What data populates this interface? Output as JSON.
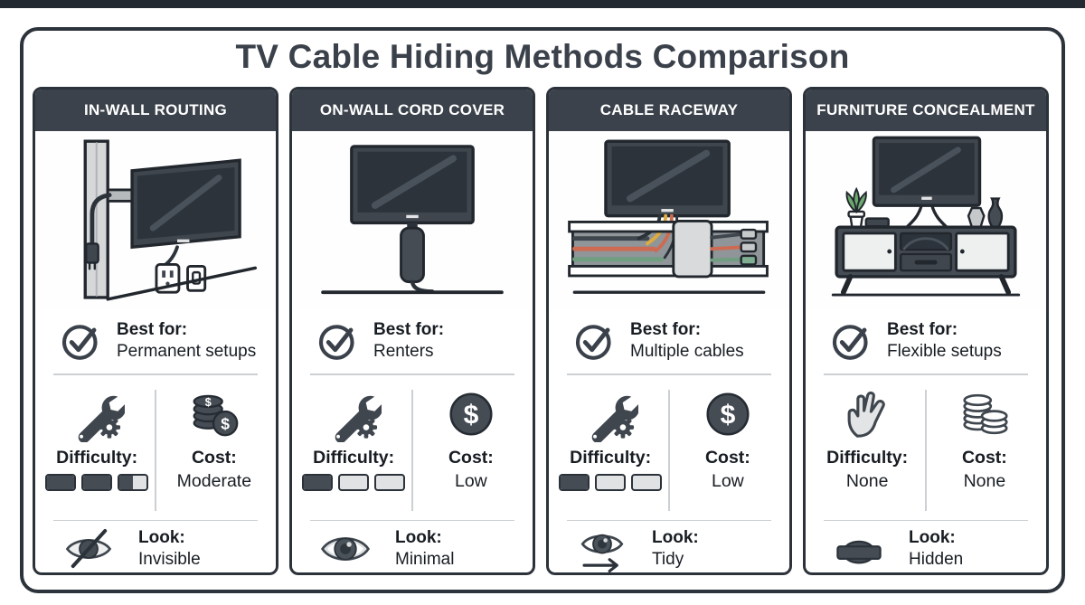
{
  "title": "TV Cable Hiding Methods Comparison",
  "labels": {
    "best_for": "Best for:",
    "difficulty": "Difficulty:",
    "cost": "Cost:",
    "look": "Look:"
  },
  "methods": [
    {
      "name": "IN-WALL ROUTING",
      "illustration": "tv-mounted-on-wall-with-in-wall-cable-and-outlets",
      "best_for_icon": "check-circle",
      "best_for": "Permanent setups",
      "difficulty_icon": "wrench-gear",
      "difficulty_bars": [
        1,
        1,
        0.5
      ],
      "difficulty_value": "",
      "cost_icon": "coin-stack-dollar",
      "cost": "Moderate",
      "look_icon": "eye-slash",
      "look": "Invisible"
    },
    {
      "name": "ON-WALL CORD COVER",
      "illustration": "tv-with-vertical-cord-cover-to-floor",
      "best_for_icon": "check-circle",
      "best_for": "Renters",
      "difficulty_icon": "wrench-gear",
      "difficulty_bars": [
        1,
        0,
        0
      ],
      "difficulty_value": "",
      "cost_icon": "coin-dollar",
      "cost": "Low",
      "look_icon": "eye",
      "look": "Minimal"
    },
    {
      "name": "CABLE RACEWAY",
      "illustration": "tv-with-horizontal-raceway-and-colored-cables",
      "best_for_icon": "check-circle",
      "best_for": "Multiple cables",
      "difficulty_icon": "wrench-gear",
      "difficulty_bars": [
        1,
        0,
        0
      ],
      "difficulty_value": "",
      "cost_icon": "coin-dollar",
      "cost": "Low",
      "look_icon": "eye-arrow",
      "look": "Tidy"
    },
    {
      "name": "FURNITURE CONCEALMENT",
      "illustration": "tv-on-media-console-with-plant-and-vases",
      "best_for_icon": "check-circle",
      "best_for": "Flexible setups",
      "difficulty_icon": "hand",
      "difficulty_bars": null,
      "difficulty_value": "None",
      "cost_icon": "coins-outline",
      "cost": "None",
      "look_icon": "eye-covered",
      "look": "Hidden"
    }
  ],
  "colors": {
    "frame_border": "#2d333b",
    "header_bg": "#3b424b",
    "header_text": "#ffffff",
    "title_text": "#3a414a",
    "body_text": "#181d23",
    "icon_dark": "#3f464e",
    "bar_filled": "#454c54",
    "bar_empty": "#e0e2e3",
    "divider": "#cdd0d2",
    "cable_yellow": "#e0ab3e",
    "cable_orange": "#cd6b52",
    "cable_green": "#6f9e80",
    "plant_green": "#6ca96f"
  }
}
